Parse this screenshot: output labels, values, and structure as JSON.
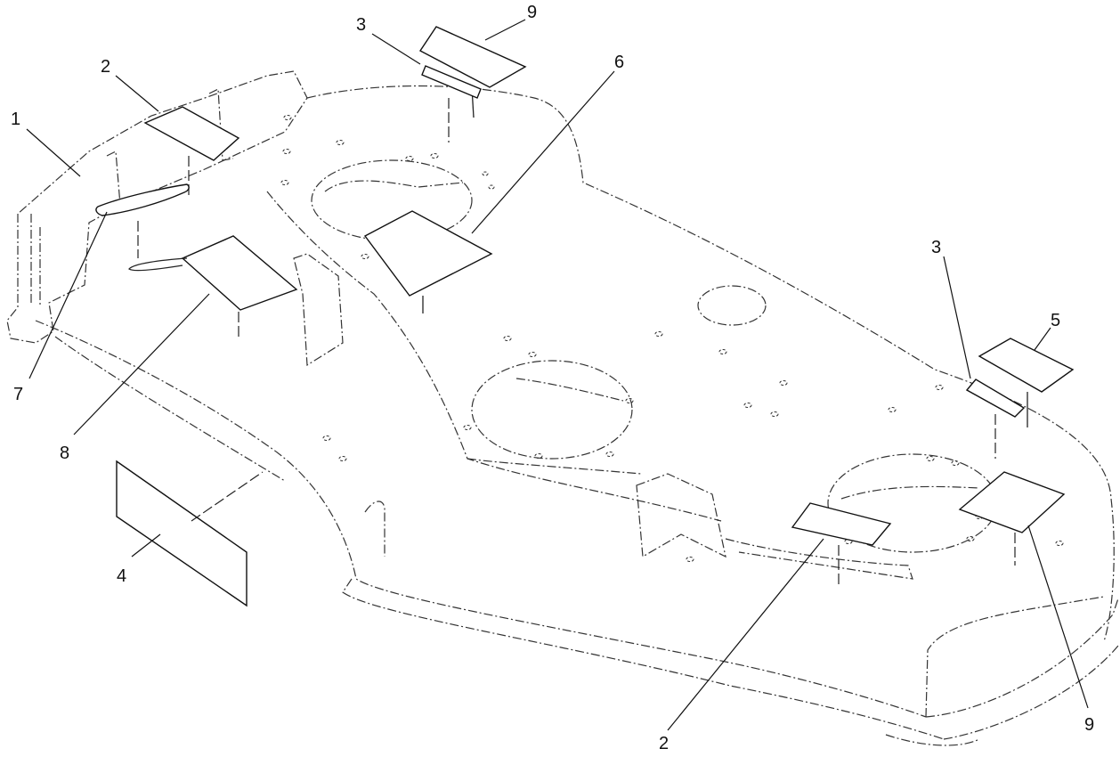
{
  "diagram": {
    "callouts": [
      {
        "id": "c1",
        "label": "1"
      },
      {
        "id": "c2a",
        "label": "2"
      },
      {
        "id": "c3a",
        "label": "3"
      },
      {
        "id": "c9a",
        "label": "9"
      },
      {
        "id": "c6",
        "label": "6"
      },
      {
        "id": "c7",
        "label": "7"
      },
      {
        "id": "c8",
        "label": "8"
      },
      {
        "id": "c4",
        "label": "4"
      },
      {
        "id": "c3b",
        "label": "3"
      },
      {
        "id": "c5",
        "label": "5"
      },
      {
        "id": "c2b",
        "label": "2"
      },
      {
        "id": "c9b",
        "label": "9"
      }
    ]
  }
}
